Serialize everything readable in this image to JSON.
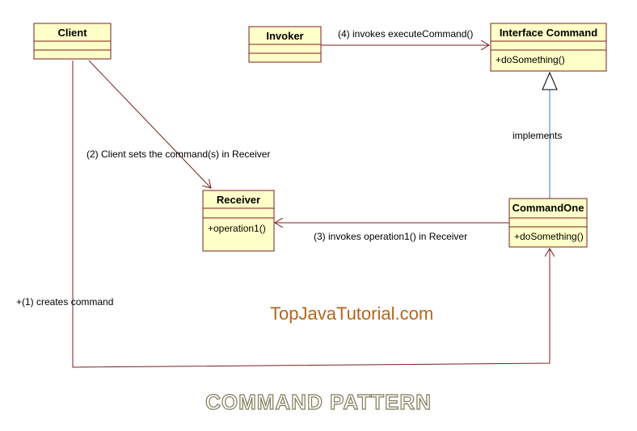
{
  "classes": {
    "client": {
      "name": "Client",
      "members": []
    },
    "invoker": {
      "name": "Invoker",
      "members": []
    },
    "interface_command": {
      "name": "Interface Command",
      "members": [
        "+doSomething()"
      ]
    },
    "receiver": {
      "name": "Receiver",
      "members": [
        "+operation1()"
      ]
    },
    "command_one": {
      "name": "CommandOne",
      "members": [
        "+doSomething()"
      ]
    }
  },
  "relations": {
    "invoker_to_interface": "(4) invokes executeCommand()",
    "client_to_receiver": "(2) Client sets the command(s) in Receiver",
    "commandone_to_receiver": "(3) invokes operation1() in Receiver",
    "client_to_commandone": "+(1) creates command",
    "implements": "implements"
  },
  "watermark": "TopJavaTutorial.com",
  "title": "COMMAND PATTERN",
  "colors": {
    "class_fill": "#ffffc9",
    "border": "#7a1f1f",
    "realization": "#3c78b4",
    "watermark": "#b5651d"
  }
}
